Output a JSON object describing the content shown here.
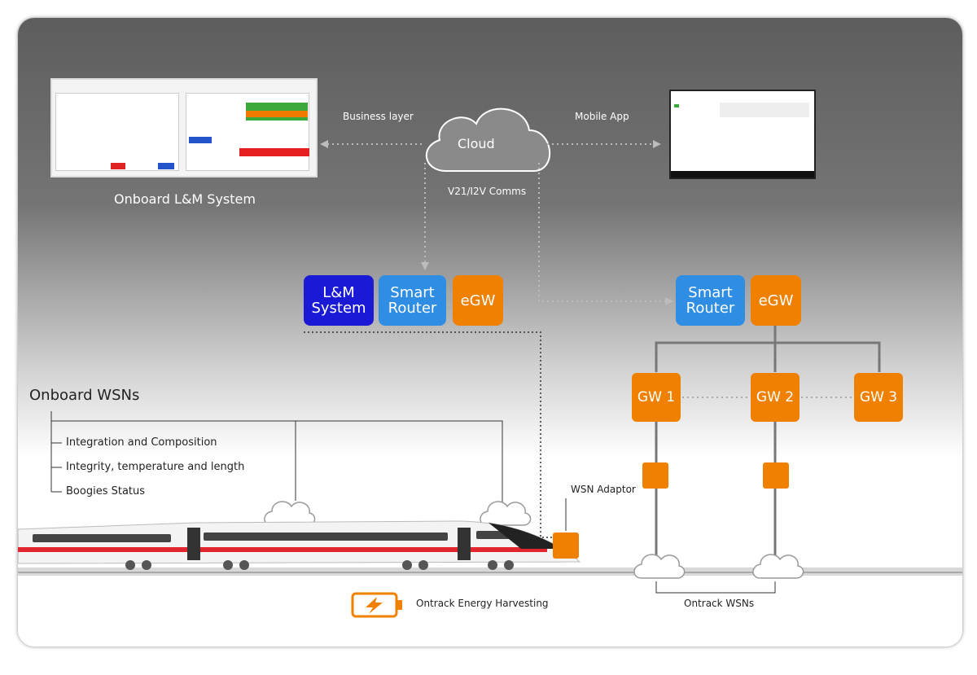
{
  "top": {
    "cloud_label": "Cloud",
    "business_layer": "Business layer",
    "mobile_app": "Mobile App",
    "comms": "V21/I2V Comms",
    "onboard_system_caption": "Onboard L&M System"
  },
  "onboard_nodes": {
    "lm_system": "L&M System",
    "smart_router": "Smart Router",
    "egw": "eGW"
  },
  "track_nodes": {
    "smart_router": "Smart Router",
    "egw": "eGW",
    "gateways": [
      "GW 1",
      "GW 2",
      "GW 3"
    ]
  },
  "wsn": {
    "title": "Onboard WSNs",
    "items": [
      "Integration and Composition",
      "Integrity, temperature and length",
      "Boogies Status"
    ],
    "adaptor_label": "WSN Adaptor",
    "ontrack_label": "Ontrack WSNs",
    "energy_label": "Ontrack Energy Harvesting"
  },
  "colors": {
    "orange": "#f08000",
    "blue": "#2f8de4",
    "navy": "#1a1ad6",
    "train_red": "#e0252c"
  },
  "icons": [
    "cloud-icon",
    "battery-charging-icon",
    "train-illustration",
    "tablet-screenshot",
    "desktop-screenshot"
  ]
}
